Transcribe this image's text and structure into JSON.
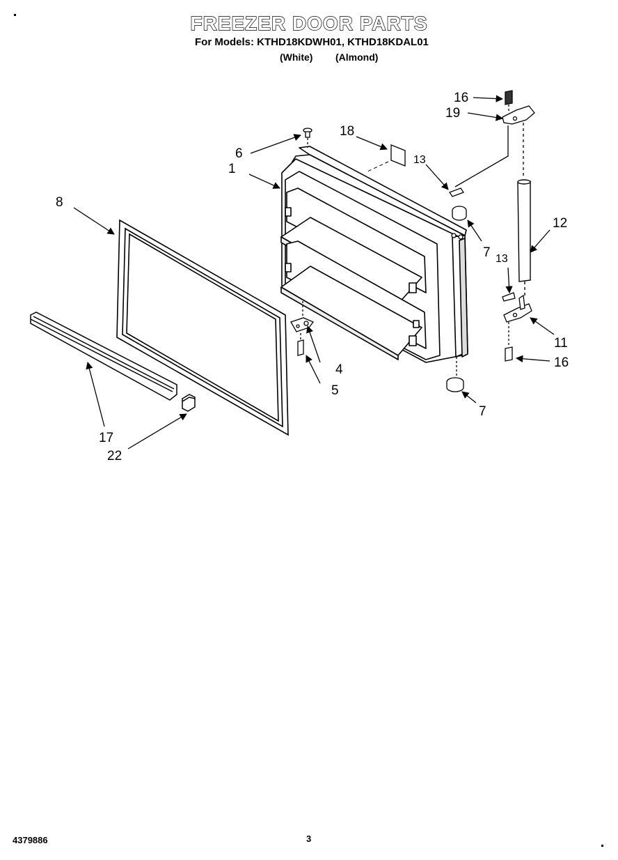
{
  "header": {
    "title": "FREEZER DOOR PARTS",
    "models_line": "For Models: KTHD18KDWH01, KTHD18KDAL01",
    "variant_white": "(White)",
    "variant_almond": "(Almond)"
  },
  "callouts": {
    "c1": "1",
    "c4": "4",
    "c5": "5",
    "c6": "6",
    "c7a": "7",
    "c7b": "7",
    "c8": "8",
    "c11": "11",
    "c12": "12",
    "c13a": "13",
    "c13b": "13",
    "c16a": "16",
    "c16b": "16",
    "c17": "17",
    "c18": "18",
    "c19": "19",
    "c22": "22"
  },
  "footer": {
    "doc_number": "4379886",
    "page_number": "3"
  }
}
